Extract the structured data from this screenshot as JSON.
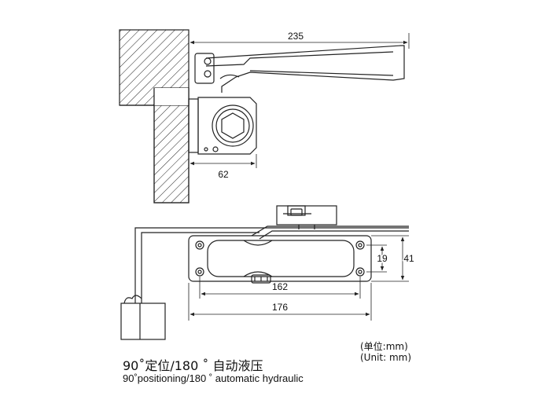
{
  "dimensions": {
    "arm_length": "235",
    "pivot_offset": "62",
    "hole_spacing_vertical": "19",
    "body_height": "41",
    "hole_spacing_horizontal": "162",
    "body_length": "176"
  },
  "units_note": {
    "cn": "(单位:mm)",
    "en": "(Unit: mm)"
  },
  "caption": {
    "cn": "90˚定位/180 ˚ 自动液压",
    "en": "90˚positioning/180 ˚ automatic hydraulic"
  },
  "colors": {
    "line": "#222222",
    "background": "#ffffff"
  }
}
